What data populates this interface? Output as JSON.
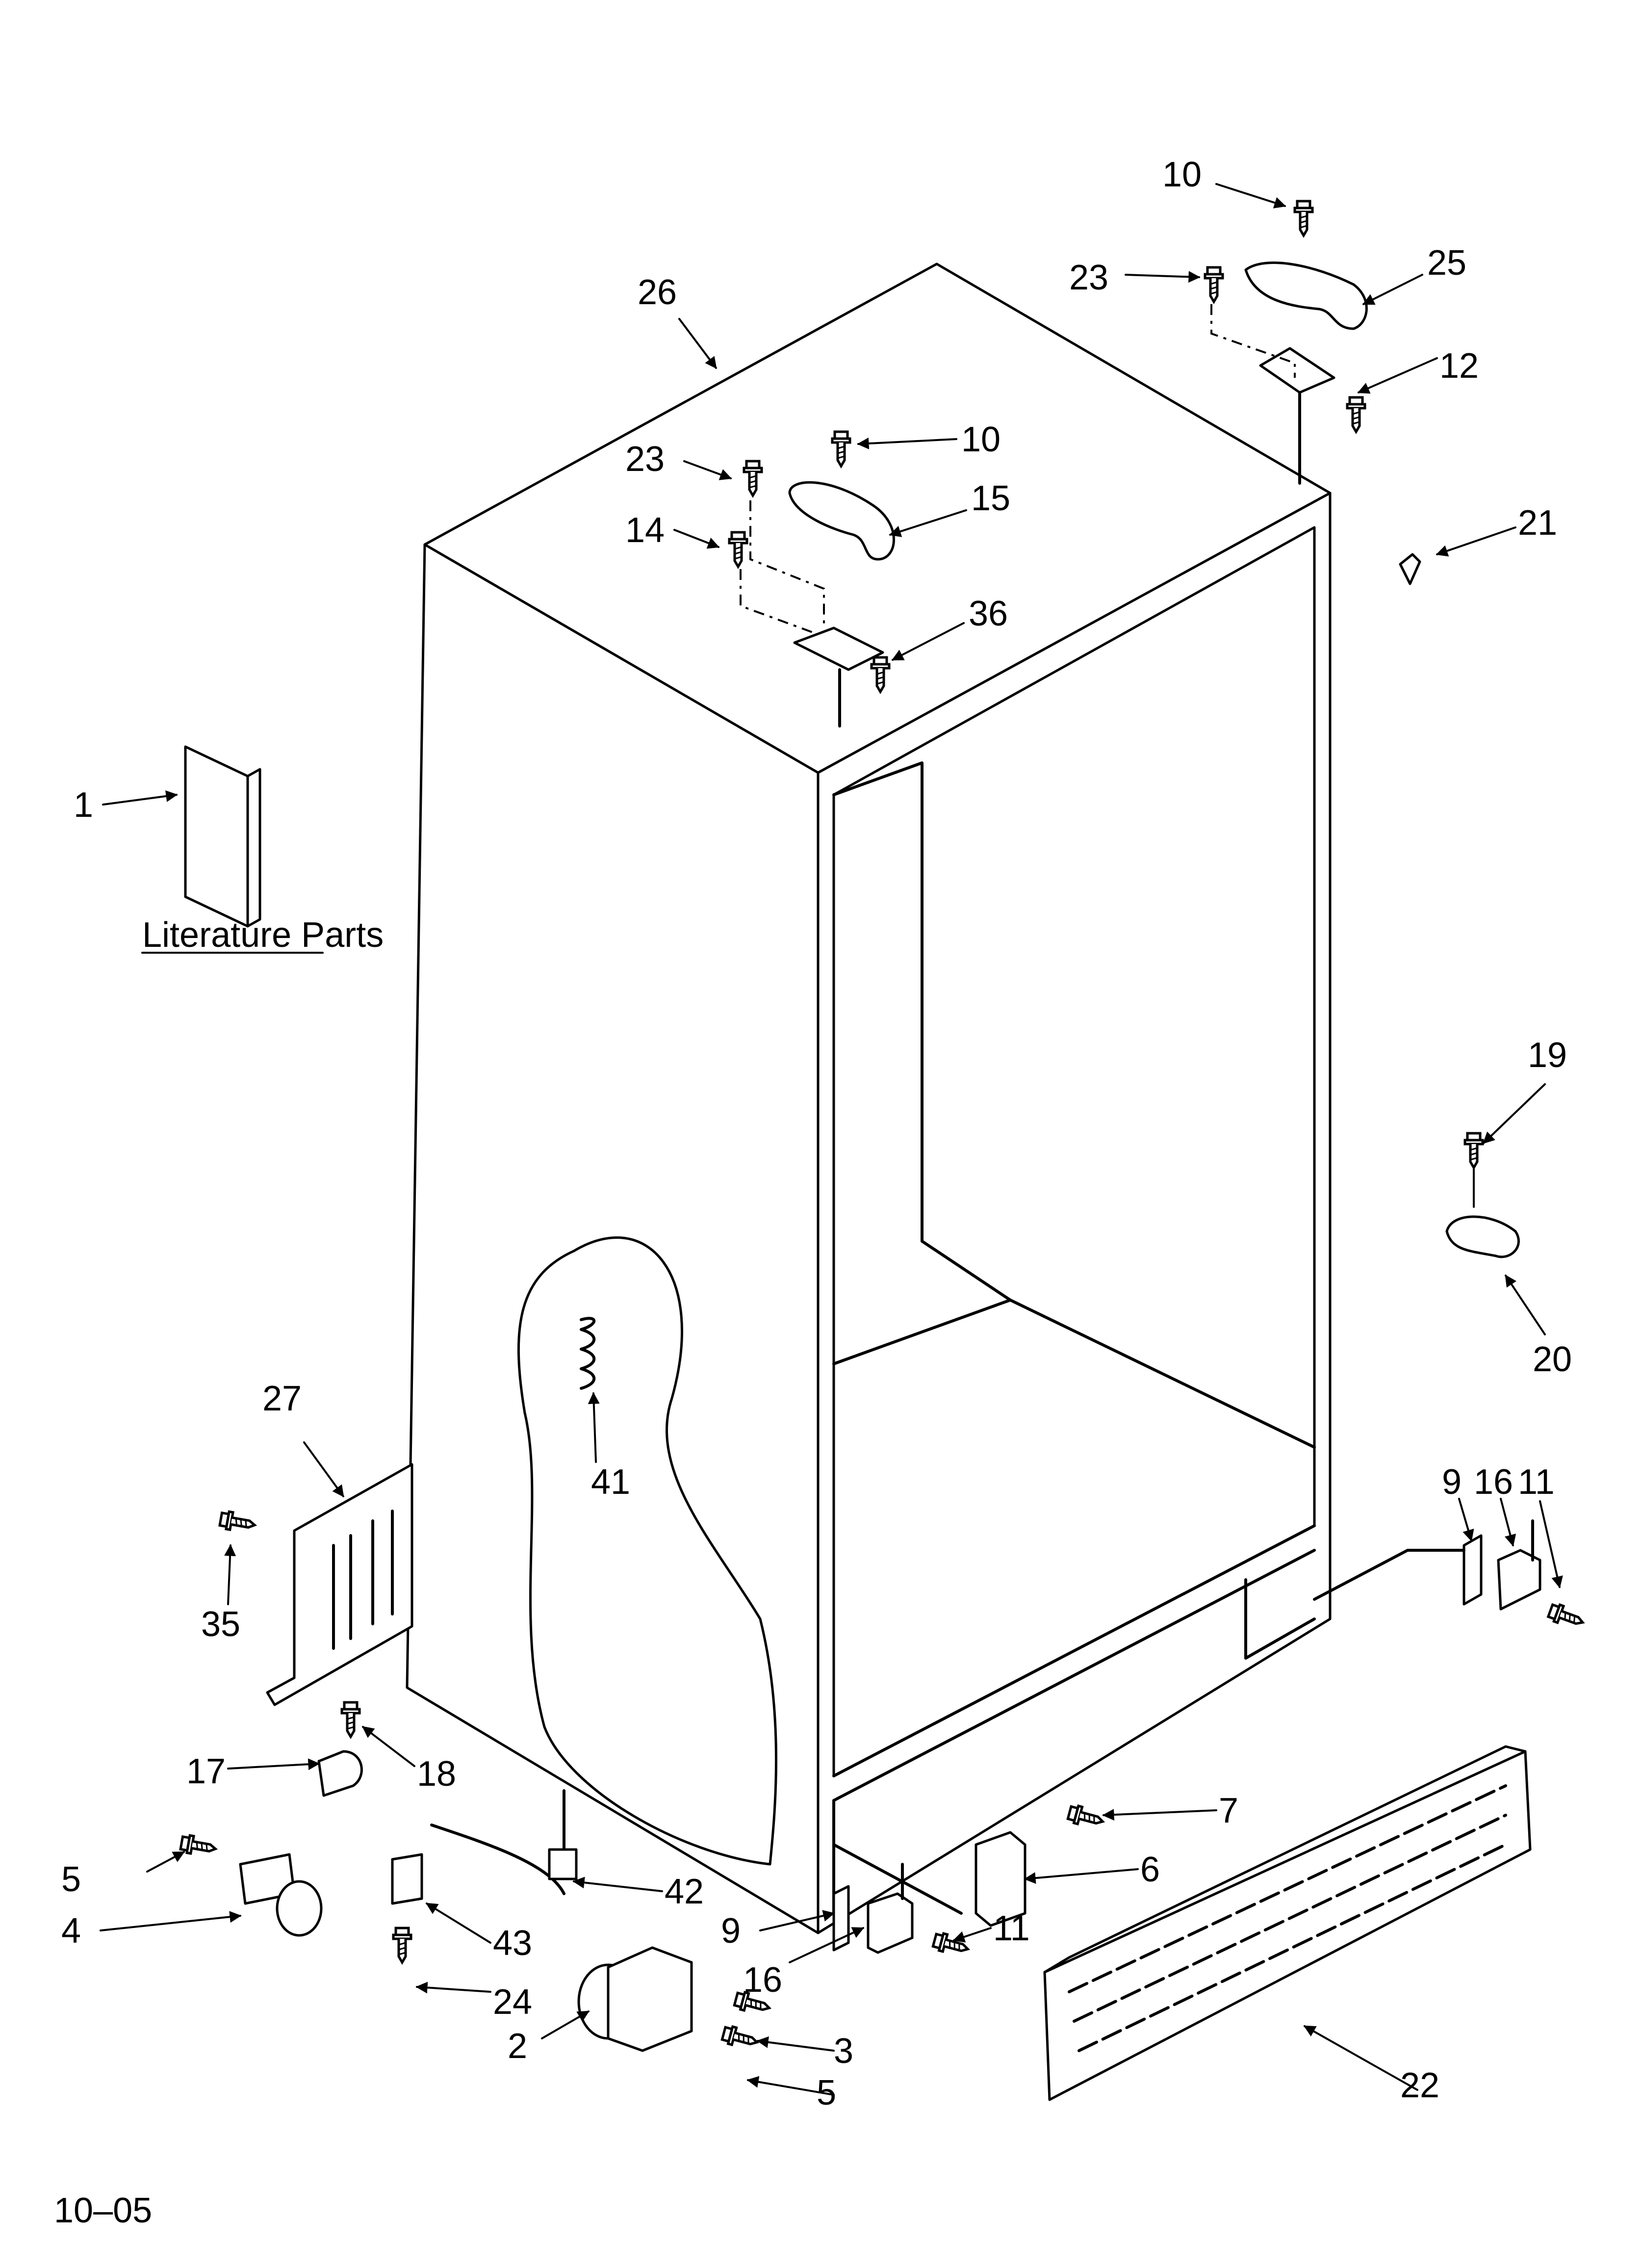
{
  "literature": {
    "label": "Literature Parts"
  },
  "footer": {
    "code": "10–05"
  },
  "callouts": {
    "c1": "1",
    "c2": "2",
    "c3": "3",
    "c4": "4",
    "c5a": "5",
    "c5b": "5",
    "c6": "6",
    "c7": "7",
    "c9a": "9",
    "c9b": "9",
    "c10a": "10",
    "c10b": "10",
    "c11a": "11",
    "c11b": "11",
    "c12": "12",
    "c14": "14",
    "c15": "15",
    "c16a": "16",
    "c16b": "16",
    "c17": "17",
    "c18": "18",
    "c19": "19",
    "c20": "20",
    "c21": "21",
    "c22": "22",
    "c23a": "23",
    "c23b": "23",
    "c24": "24",
    "c25": "25",
    "c26": "26",
    "c27": "27",
    "c35": "35",
    "c36": "36",
    "c41": "41",
    "c42": "42",
    "c43": "43"
  },
  "icons": [
    "arrow-icon",
    "screw-icon"
  ]
}
